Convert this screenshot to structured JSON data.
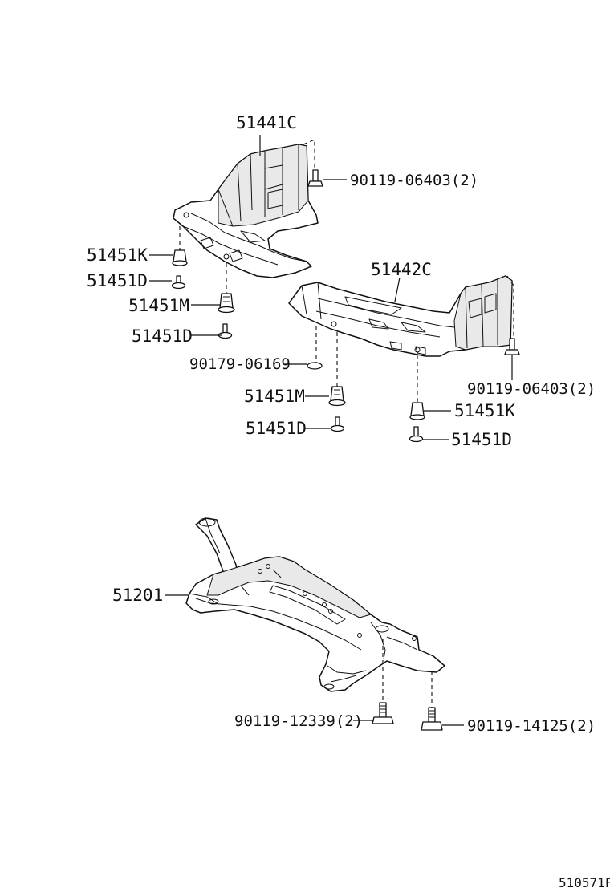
{
  "labels": {
    "p51441c": "51441C",
    "p90119_06403_top": "90119-06403(2)",
    "p51451k_left": "51451K",
    "p51451d_left_1": "51451D",
    "p51451m_left": "51451M",
    "p51451d_left_2": "51451D",
    "p51442c": "51442C",
    "p90179_06169": "90179-06169",
    "p90119_06403_right": "90119-06403(2)",
    "p51451m_mid": "51451M",
    "p51451d_mid": "51451D",
    "p51451k_right": "51451K",
    "p51451d_right": "51451D",
    "p51201": "51201",
    "p90119_12339": "90119-12339(2)",
    "p90119_14125": "90119-14125(2)",
    "diagram_code": "510571F"
  }
}
